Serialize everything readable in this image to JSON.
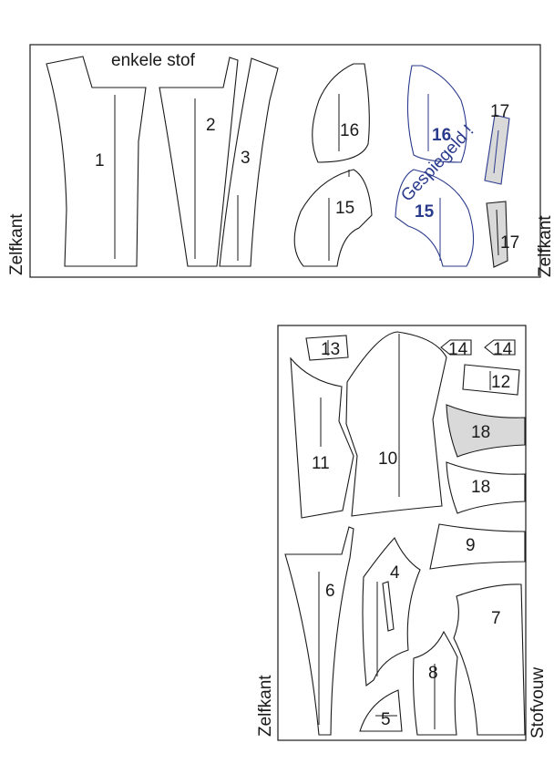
{
  "top_layout": {
    "title": "enkele stof",
    "left_edge_label": "Zelfkant",
    "right_edge_label": "Zelfkant",
    "mirrored_label": "Gespiegeld !",
    "pieces": {
      "p1": "1",
      "p2": "2",
      "p3": "3",
      "p16": "16",
      "p15": "15",
      "p16m": "16",
      "p15m": "15",
      "p17a": "17",
      "p17b": "17"
    }
  },
  "bottom_layout": {
    "left_edge_label": "Zelfkant",
    "right_edge_label": "Stofvouw",
    "pieces": {
      "p14a": "14",
      "p14b": "14",
      "p13": "13",
      "p12": "12",
      "p10": "10",
      "p11": "11",
      "p18a": "18",
      "p18b": "18",
      "p9": "9",
      "p6": "6",
      "p4": "4",
      "p7": "7",
      "p8": "8",
      "p5": "5"
    }
  },
  "colors": {
    "outline": "#1a1a1a",
    "mirrored": "#2a3a8c",
    "shaded": "#d9d9d9"
  }
}
